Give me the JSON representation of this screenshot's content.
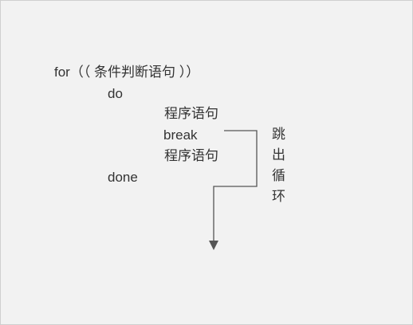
{
  "diagram": {
    "lines": {
      "for_line": "for（（ 条件判断语句 ））",
      "do_line": "do",
      "statement_before": "程序语句",
      "break_line": "break",
      "statement_after": "程序语句",
      "done_line": "done"
    },
    "jump_label": [
      "跳",
      "出",
      "循",
      "环"
    ],
    "colors": {
      "background": "#f2f2f2",
      "text": "#333333",
      "arrow": "#555555"
    }
  }
}
